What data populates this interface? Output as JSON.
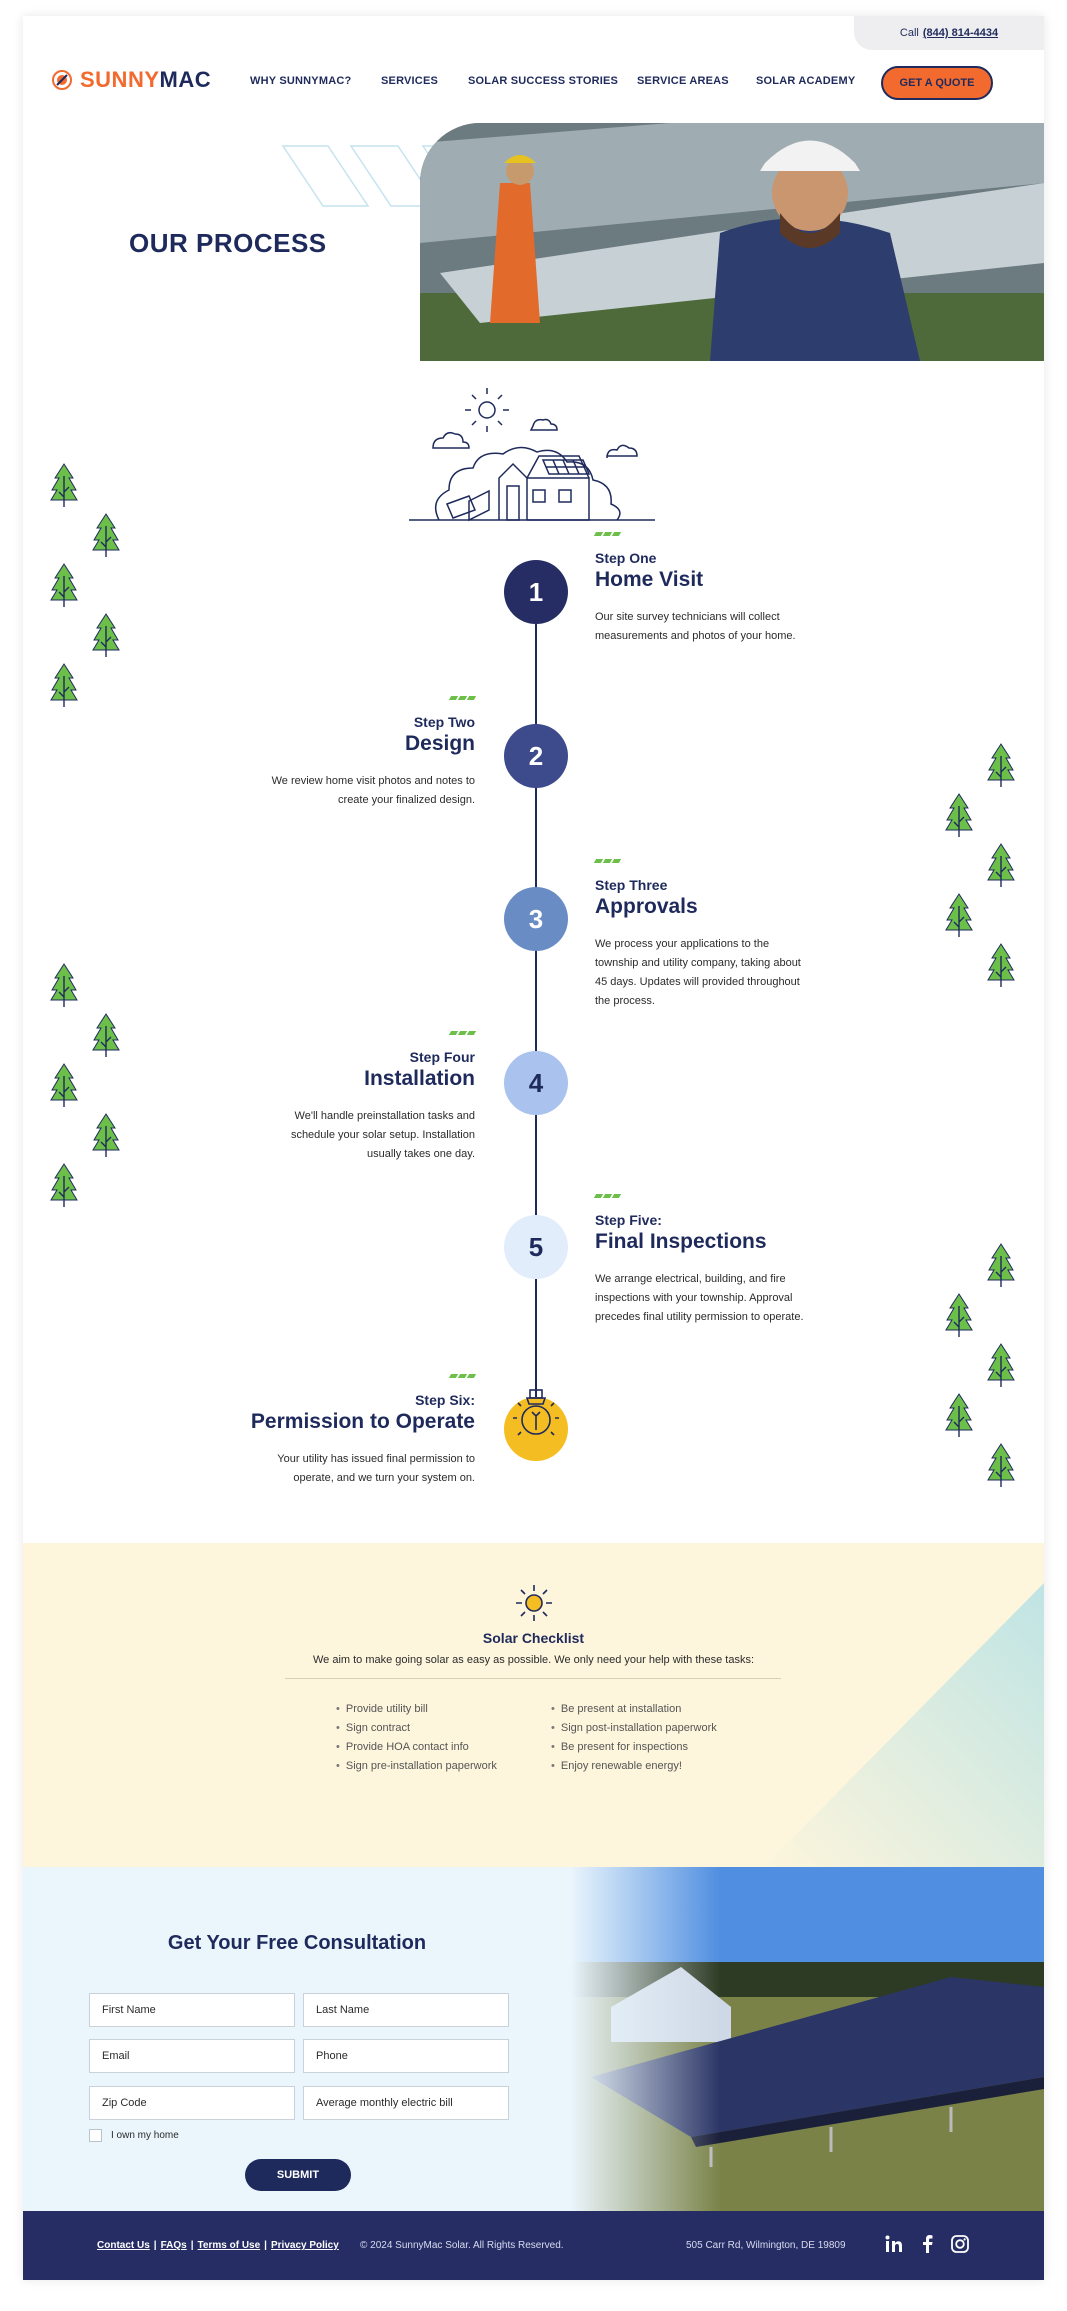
{
  "header": {
    "call_label": "Call",
    "phone": "(844) 814-4434",
    "logo_sunny": "SUNNY",
    "logo_mac": "MAC",
    "nav": [
      "WHY SUNNYMAC?",
      "SERVICES",
      "SOLAR SUCCESS STORIES",
      "SERVICE AREAS",
      "SOLAR ACADEMY"
    ],
    "cta": "GET A QUOTE"
  },
  "hero": {
    "title": "OUR PROCESS"
  },
  "steps": [
    {
      "num": "1",
      "label": "Step One",
      "title": "Home Visit",
      "desc": "Our site survey technicians will collect measurements and photos of your home.",
      "color": "#262d64",
      "text_color": "#ffffff"
    },
    {
      "num": "2",
      "label": "Step Two",
      "title": "Design",
      "desc": "We review home visit photos and notes to create your finalized design.",
      "color": "#3d4b8c",
      "text_color": "#ffffff"
    },
    {
      "num": "3",
      "label": "Step Three",
      "title": "Approvals",
      "desc": "We process your applications to the township and utility company, taking about 45 days. Updates will provided throughout the process.",
      "color": "#6a8cc4",
      "text_color": "#ffffff"
    },
    {
      "num": "4",
      "label": "Step Four",
      "title": "Installation",
      "desc": "We'll handle preinstallation tasks and schedule your solar setup. Installation usually takes one day.",
      "color": "#a9c3ee",
      "text_color": "#1f2a5c"
    },
    {
      "num": "5",
      "label": "Step Five:",
      "title": "Final Inspections",
      "desc": "We arrange electrical, building, and fire inspections with your township. Approval precedes final utility permission to operate.",
      "color": "#e2edfb",
      "text_color": "#1f2a5c"
    },
    {
      "num": "",
      "label": "Step Six:",
      "title": "Permission to Operate",
      "desc": "Your utility has issued final permission to operate, and we turn your system on.",
      "color": "#f4bd22",
      "text_color": "#1f2a5c"
    }
  ],
  "checklist": {
    "title": "Solar Checklist",
    "subtitle": "We aim to make going solar as easy as possible. We only need your help with these tasks:",
    "left": [
      "Provide utility bill",
      "Sign contract",
      "Provide HOA contact info",
      "Sign pre-installation paperwork"
    ],
    "right": [
      "Be present at installation",
      "Sign post-installation paperwork",
      "Be present for inspections",
      "Enjoy renewable energy!"
    ]
  },
  "consultation": {
    "title": "Get Your Free Consultation",
    "fields": [
      "First Name",
      "Last Name",
      "Email",
      "Phone",
      "Zip Code",
      "Average monthly electric bill"
    ],
    "checkbox_label": "I own my home",
    "submit": "SUBMIT"
  },
  "footer": {
    "links": [
      "Contact Us",
      "FAQs",
      "Terms of Use",
      "Privacy Policy"
    ],
    "separator": "|",
    "copyright": "© 2024 SunnyMac Solar. All Rights Reserved.",
    "address": "505 Carr Rd, Wilmington, DE 19809",
    "social": [
      "linkedin-icon",
      "facebook-icon",
      "instagram-icon"
    ]
  },
  "colors": {
    "navy": "#1f2a5c",
    "orange": "#f26a2e",
    "green": "#6cc04a",
    "yellow": "#f4bd22",
    "checklist_bg": "#fdf5dc",
    "consult_bg": "#eaf5fc",
    "footer_bg": "#262d64"
  }
}
